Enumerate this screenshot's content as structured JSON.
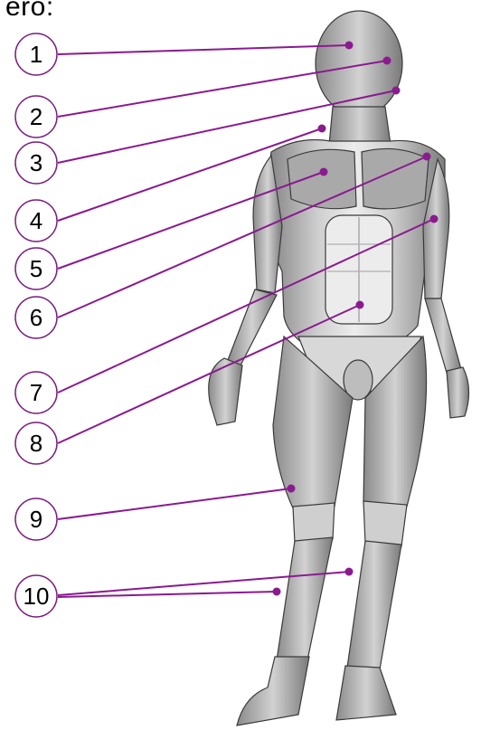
{
  "heading": "ero:",
  "labels": [
    "1",
    "2",
    "3",
    "4",
    "5",
    "6",
    "7",
    "8",
    "9",
    "10"
  ],
  "colors": {
    "leader": "#8b1a8f",
    "circle_stroke": "#7a1f7e",
    "skin_light": "#e6e6e6",
    "skin_mid": "#b9b9b9",
    "skin_dark": "#6f6f6f",
    "outline": "#3a3a3a"
  }
}
